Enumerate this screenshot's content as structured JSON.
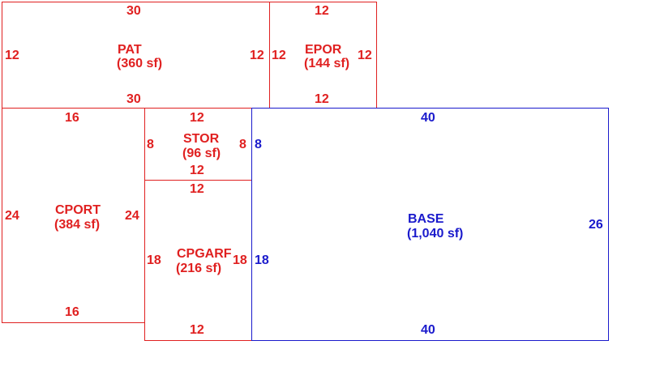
{
  "colors": {
    "addition": "#e02020",
    "base": "#1a1acc",
    "background": "#ffffff"
  },
  "rooms": {
    "pat": {
      "name": "PAT",
      "area": "(360 sf)",
      "top": "30",
      "bottom": "30",
      "left": "12",
      "right": "12"
    },
    "epor": {
      "name": "EPOR",
      "area": "(144 sf)",
      "top": "12",
      "bottom": "12",
      "left": "12",
      "right": "12"
    },
    "cport": {
      "name": "CPORT",
      "area": "(384 sf)",
      "top": "16",
      "bottom": "16",
      "left": "24",
      "right": "24"
    },
    "stor": {
      "name": "STOR",
      "area": "(96 sf)",
      "top": "12",
      "bottom": "12",
      "left": "8",
      "right": "8"
    },
    "cpgarf": {
      "name": "CPGARF",
      "area": "(216 sf)",
      "top": "12",
      "bottom": "12",
      "left": "18",
      "right": "18"
    },
    "base": {
      "name": "BASE",
      "area": "(1,040 sf)",
      "top": "40",
      "bottom": "40",
      "left_upper": "8",
      "left_lower": "18",
      "right": "26"
    }
  }
}
